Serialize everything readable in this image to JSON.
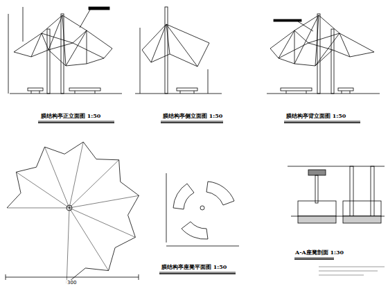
{
  "diagram": {
    "labels": [
      "膜结构亭正立面图 1:50",
      "膜结构亭侧立面图 1:50",
      "膜结构亭背立面图 1:50",
      "膜结构亭座凳平面图 1:50",
      "A-A座凳剖面 1:30",
      "300"
    ]
  }
}
